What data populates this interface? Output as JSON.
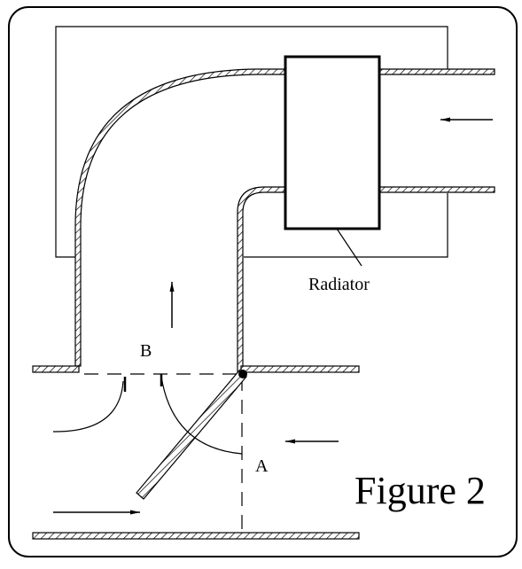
{
  "figure": {
    "caption": "Figure 2",
    "labels": {
      "radiator": "Radiator",
      "point_a": "A",
      "point_b": "B"
    },
    "colors": {
      "ink": "#000000",
      "paper": "#ffffff"
    }
  }
}
